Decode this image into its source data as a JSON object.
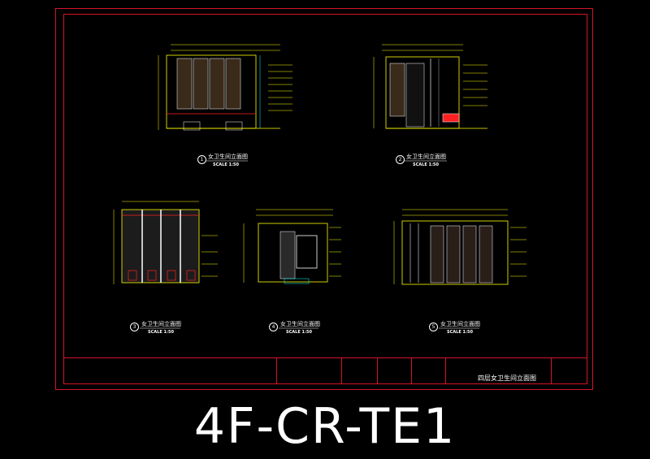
{
  "drawing": {
    "elevations": [
      {
        "number": "1",
        "title": "女卫生间立面图",
        "scale": "SCALE 1:50"
      },
      {
        "number": "2",
        "title": "女卫生间立面图",
        "scale": "SCALE 1:50"
      },
      {
        "number": "3",
        "title": "女卫生间立面图",
        "scale": "SCALE 1:50"
      },
      {
        "number": "4",
        "title": "女卫生间立面图",
        "scale": "SCALE 1:50"
      },
      {
        "number": "5",
        "title": "女卫生间立面图",
        "scale": "SCALE 1:50"
      }
    ],
    "title_block": {
      "drawing_name": "四层女卫生间立面图"
    },
    "sheet_code": "4F-CR-TE1"
  },
  "colors": {
    "frame": "#d4142a",
    "linework_yellow": "#ffff00",
    "linework_cyan": "#00ffff",
    "linework_red": "#ff2020",
    "background": "#000000"
  }
}
